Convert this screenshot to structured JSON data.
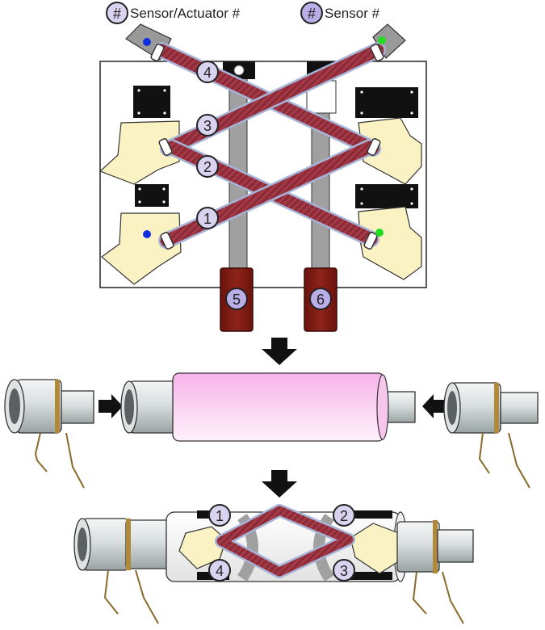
{
  "legend": {
    "symbol": "#",
    "sensor_actuator_label": "Sensor/Actuator #",
    "sensor_label": "Sensor #"
  },
  "markers": {
    "m1": "1",
    "m2": "2",
    "m3": "3",
    "m4": "4",
    "m5": "5",
    "m6": "6"
  },
  "colors": {
    "strap": "#8b2a36",
    "strap_edge": "#a7b3d6",
    "badge_light": "#d9d3f0",
    "badge_dark": "#b9aee6",
    "clip": "#fbf2c4",
    "actuator": "#7d1a12",
    "rail": "#a0a0a0",
    "sleeve": "#f8c8ee",
    "sensor_blue": "#1030e0",
    "sensor_green": "#22dd22"
  }
}
